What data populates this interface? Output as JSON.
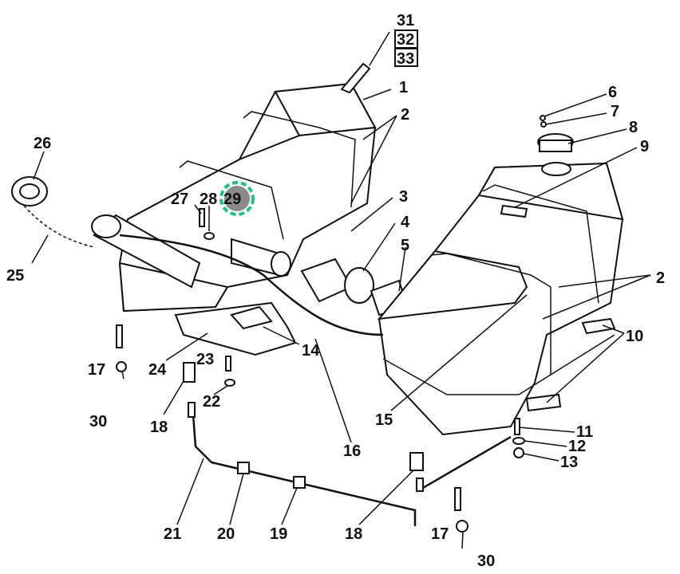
{
  "diagram": {
    "callouts": {
      "c1": "1",
      "c2a": "2",
      "c2b": "2",
      "c3": "3",
      "c4": "4",
      "c5": "5",
      "c6": "6",
      "c7": "7",
      "c8": "8",
      "c9": "9",
      "c10": "10",
      "c11": "11",
      "c12": "12",
      "c13": "13",
      "c14": "14",
      "c15": "15",
      "c16": "16",
      "c17a": "17",
      "c17b": "17",
      "c18a": "18",
      "c18b": "18",
      "c19": "19",
      "c20": "20",
      "c21": "21",
      "c22": "22",
      "c23": "23",
      "c24": "24",
      "c25": "25",
      "c26": "26",
      "c27": "27",
      "c28": "28",
      "c29": "29",
      "c30a": "30",
      "c30b": "30",
      "c31": "31",
      "c32": "32",
      "c33": "33"
    },
    "highlight": {
      "part": "29",
      "ring_color": "#19c37d"
    }
  }
}
